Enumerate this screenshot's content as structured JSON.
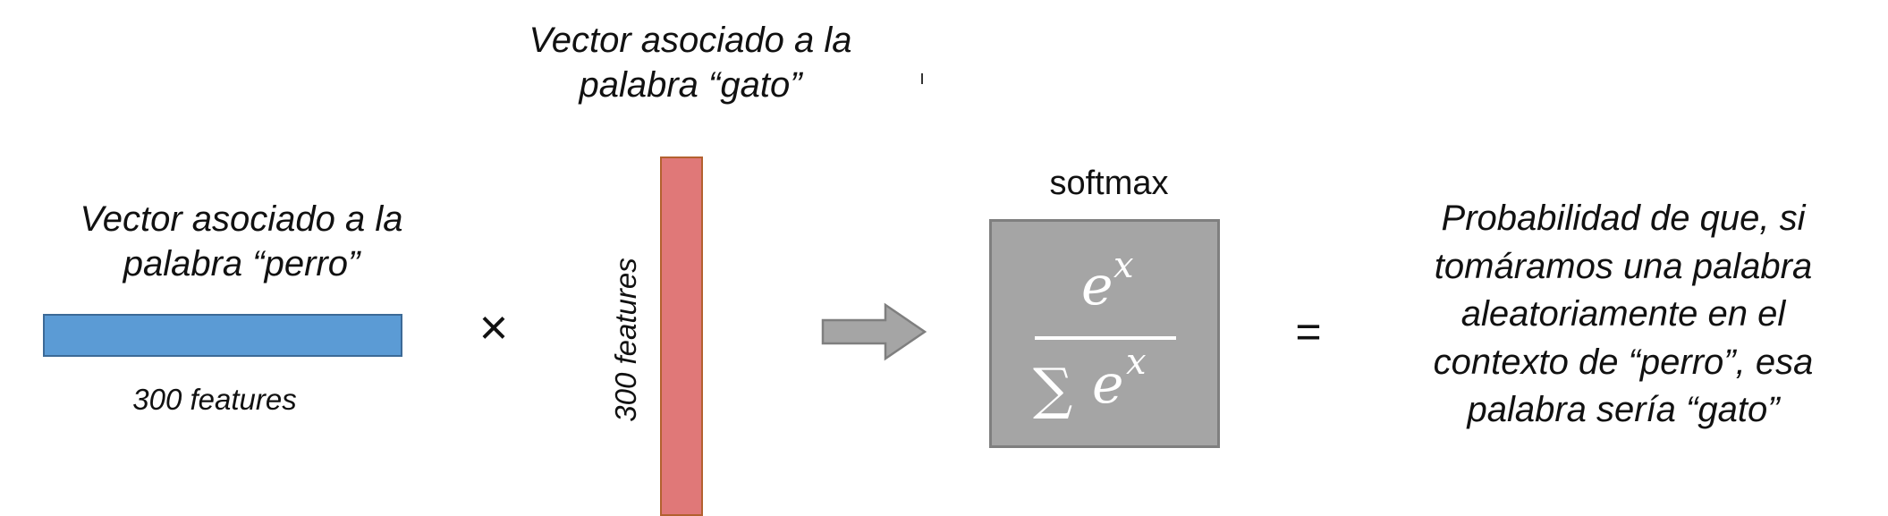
{
  "colors": {
    "perro_vector": "#5b9bd5",
    "gato_vector": "#e07878",
    "softmax_box": "#a5a5a5",
    "arrow": "#a5a5a5"
  },
  "perro": {
    "label_line1": "Vector asociado a la",
    "label_line2": "palabra “perro”",
    "features": "300 features"
  },
  "gato": {
    "label_line1": "Vector asociado a la",
    "label_line2": "palabra “gato”",
    "features": "300 features"
  },
  "operator": "×",
  "softmax": {
    "title": "softmax",
    "formula_numerator": "e^x",
    "formula_denominator": "∑e^x"
  },
  "equals": "=",
  "result": {
    "line1": "Probabilidad de que, si",
    "line2": "tomáramos una palabra",
    "line3": "aleatoriamente en el",
    "line4": "contexto de “perro”, esa",
    "line5": "palabra sería “gato”"
  }
}
